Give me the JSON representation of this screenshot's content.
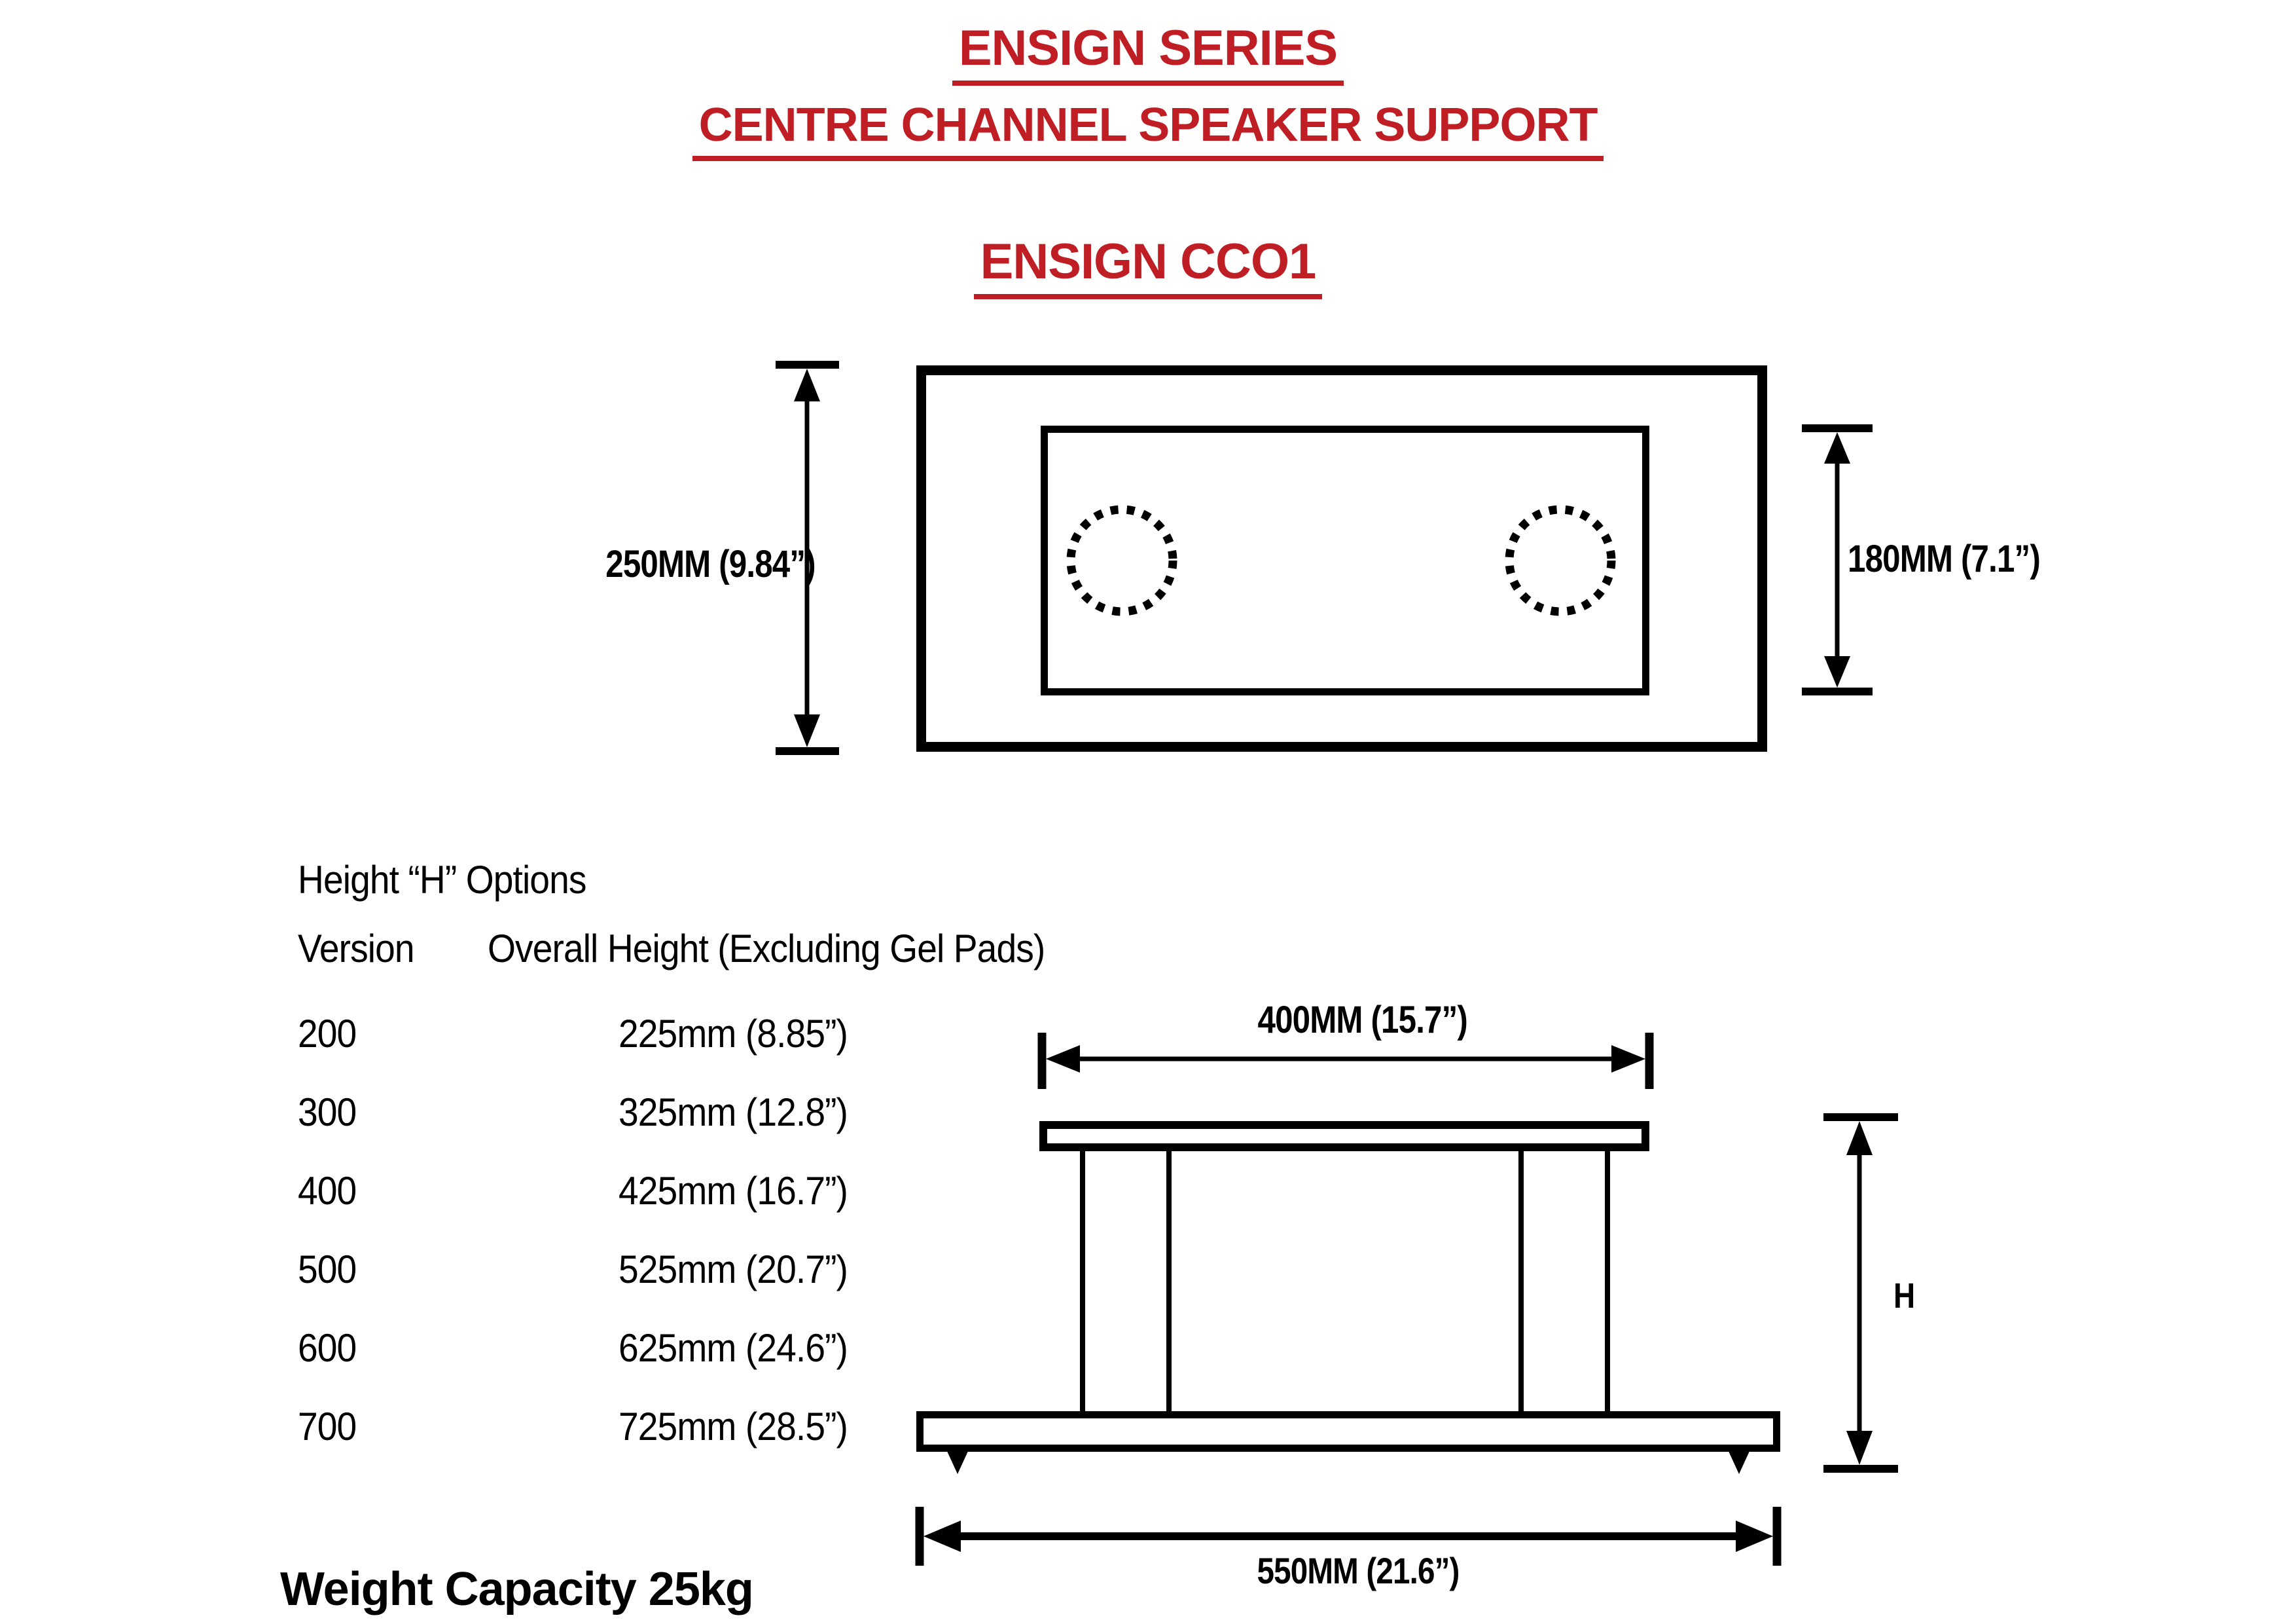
{
  "theme": {
    "accent": "#bf1e24",
    "ink": "#000000",
    "paper": "#ffffff"
  },
  "titles": {
    "series": "ENSIGN SERIES",
    "subtitle": "CENTRE CHANNEL SPEAKER SUPPORT",
    "model": "ENSIGN CCO1"
  },
  "top_view": {
    "outer_height_label": "250MM (9.84”)",
    "inner_height_label": "180MM (7.1”)"
  },
  "options": {
    "title": "Height “H” Options",
    "col_version": "Version",
    "col_height": "Overall Height (Excluding Gel Pads)",
    "rows": [
      {
        "version": "200",
        "height": "225mm (8.85”)"
      },
      {
        "version": "300",
        "height": "325mm (12.8”)"
      },
      {
        "version": "400",
        "height": "425mm (16.7”)"
      },
      {
        "version": "500",
        "height": "525mm (20.7”)"
      },
      {
        "version": "600",
        "height": "625mm (24.6”)"
      },
      {
        "version": "700",
        "height": "725mm (28.5”)"
      }
    ]
  },
  "front_view": {
    "top_width_label": "400MM (15.7”)",
    "base_width_label": "550MM (21.6”)",
    "overall_height_label": "H"
  },
  "footer": {
    "weight_capacity": "Weight Capacity 25kg"
  }
}
